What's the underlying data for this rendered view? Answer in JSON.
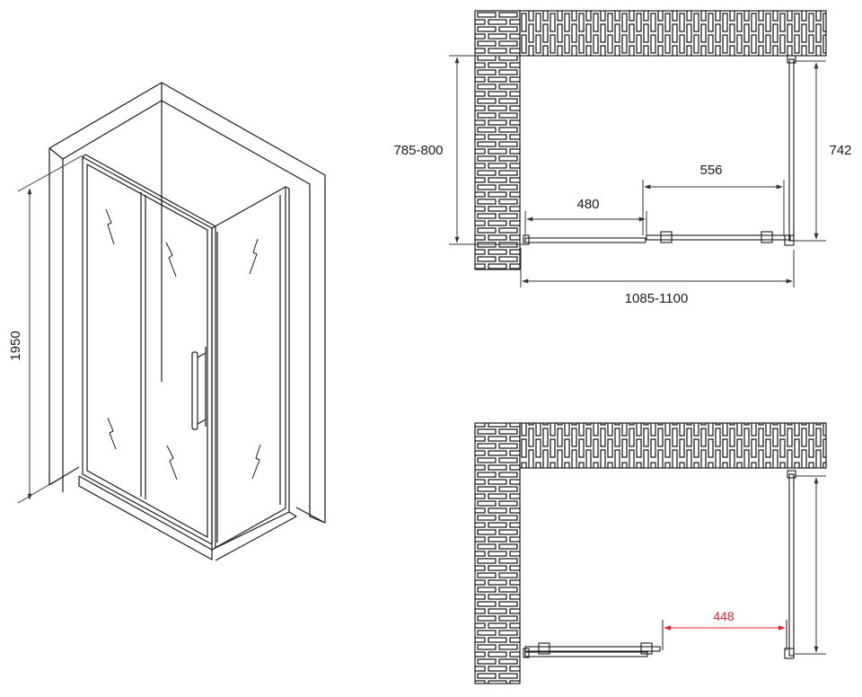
{
  "iso_view": {
    "height_label": "1950"
  },
  "plan_top": {
    "depth_range_label": "785-800",
    "side_width_label": "742",
    "door_opening_label": "556",
    "fixed_panel_label": "480",
    "width_range_label": "1085-1100"
  },
  "plan_bottom": {
    "opening_label": "448"
  },
  "colors": {
    "line": "#1a1a1a",
    "dimension": "#333333",
    "highlight": "#e0262a",
    "background": "#ffffff"
  }
}
